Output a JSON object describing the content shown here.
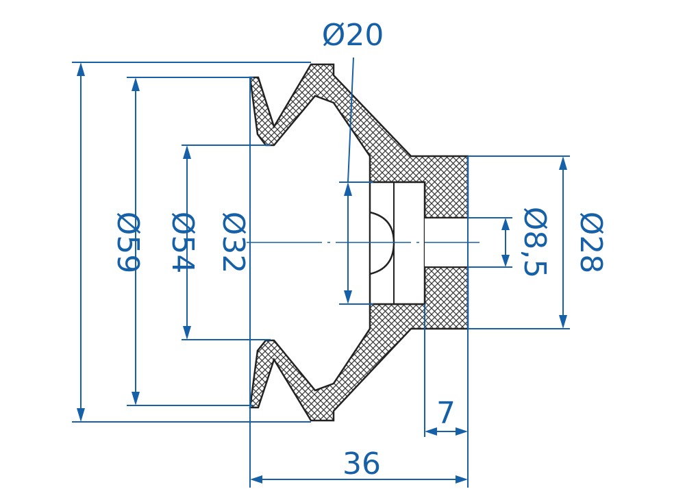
{
  "drawing": {
    "colors": {
      "dimension": "#1660a8",
      "outline": "#222222",
      "background": "#ffffff"
    },
    "dimensions": {
      "d59": "Ø59",
      "d54": "Ø54",
      "d32": "Ø32",
      "d20": "Ø20",
      "d8_5": "Ø8,5",
      "d28": "Ø28",
      "len36": "36",
      "len7": "7"
    }
  }
}
